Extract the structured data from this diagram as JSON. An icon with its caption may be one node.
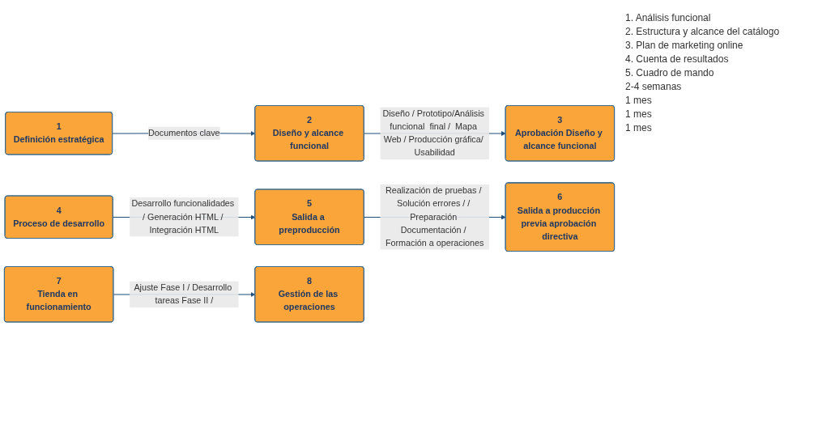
{
  "diagram": {
    "nodes": [
      {
        "text": [
          "1",
          "Definición estratégica"
        ]
      },
      {
        "text": [
          "2",
          "Diseño y alcance funcional"
        ]
      },
      {
        "text": [
          "3",
          "Aprobación Diseño y alcance funcional"
        ]
      },
      {
        "text": [
          "4",
          "Proceso de desarrollo"
        ]
      },
      {
        "text": [
          "5",
          "Salida a preproducción"
        ]
      },
      {
        "text": [
          "6",
          "Salida a producción previa aprobación directiva"
        ]
      },
      {
        "text": [
          "7",
          "Tienda en funcionamiento"
        ]
      },
      {
        "text": [
          "8",
          "Gestión de las operaciones"
        ]
      }
    ],
    "edges": [
      {
        "from": 0,
        "to": 1,
        "arrow": "to",
        "label": "Documentos clave"
      },
      {
        "from": 1,
        "to": 2,
        "arrow": "to",
        "label": "Diseño / Prototipo/Análisis funcional  final /  Mapa Web / Producción gráfica/ Usabilidad"
      },
      {
        "from": 3,
        "to": 4,
        "arrow": "to",
        "label": "Desarrollo funcionalidades / Generación HTML / Integración HTML"
      },
      {
        "from": 4,
        "to": 5,
        "arrow": "to",
        "label": "Realización de pruebas / Solución errores / / Preparación Documentación / Formación a operaciones"
      },
      {
        "from": 6,
        "to": 7,
        "arrow": "to",
        "label": "Ajuste Fase I / Desarrollo tareas Fase II /"
      }
    ],
    "labels": [
      "1. Análisis funcional",
      "2. Estructura y alcance del catálogo",
      "3. Plan de marketing online",
      "4. Cuenta de resultados",
      "5. Cuadro de mando",
      "2-4 semanas",
      "1 mes",
      "1 mes",
      "1 mes"
    ]
  }
}
